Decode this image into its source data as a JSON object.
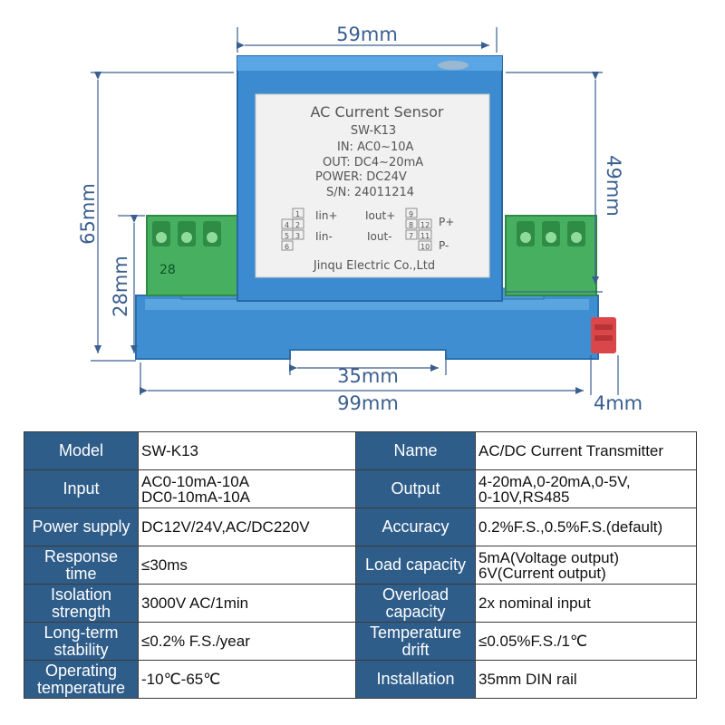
{
  "dimensions": {
    "top_width": "59mm",
    "total_height": "65mm",
    "body_height": "49mm",
    "terminal_height": "28mm",
    "rail_width": "35mm",
    "total_width": "99mm",
    "clip": "4mm"
  },
  "device_label": {
    "title": "AC Current Sensor",
    "model": "SW-K13",
    "input": "IN: AC0~10A",
    "output": "OUT: DC4~20mA",
    "power": "POWER: DC24V",
    "serial": "S/N: 24011214",
    "pin_labels": [
      "Iin+",
      "Iin-",
      "Iout+",
      "Iout-",
      "P+",
      "P-"
    ],
    "left_pins": [
      "1",
      "2",
      "3",
      "4",
      "5",
      "6"
    ],
    "right_pins": [
      "9",
      "8",
      "7",
      "12",
      "11",
      "10"
    ],
    "manufacturer": "Jinqu Electric Co.,Ltd",
    "terminal_marking": "28"
  },
  "specs": [
    {
      "k1": "Model",
      "v1": "SW-K13",
      "k2": "Name",
      "v2": "AC/DC Current Transmitter"
    },
    {
      "k1": "Input",
      "v1": "AC0-10mA-10A\nDC0-10mA-10A",
      "k2": "Output",
      "v2": "4-20mA,0-20mA,0-5V,\n0-10V,RS485"
    },
    {
      "k1": "Power supply",
      "v1": "DC12V/24V,AC/DC220V",
      "k2": "Accuracy",
      "v2": "0.2%F.S.,0.5%F.S.(default)"
    },
    {
      "k1": "Response\ntime",
      "v1": "≤30ms",
      "k2": "Load capacity",
      "v2": "5mA(Voltage output)\n6V(Current output)"
    },
    {
      "k1": "Isolation\nstrength",
      "v1": "3000V AC/1min",
      "k2": "Overload\ncapacity",
      "v2": "2x nominal input"
    },
    {
      "k1": "Long-term\nstability",
      "v1": "≤0.2% F.S./year",
      "k2": "Temperature\ndrift",
      "v2": "≤0.05%F.S./1℃"
    },
    {
      "k1": "Operating\ntemperature",
      "v1": "-10℃-65℃",
      "k2": "Installation",
      "v2": "35mm DIN rail"
    }
  ]
}
